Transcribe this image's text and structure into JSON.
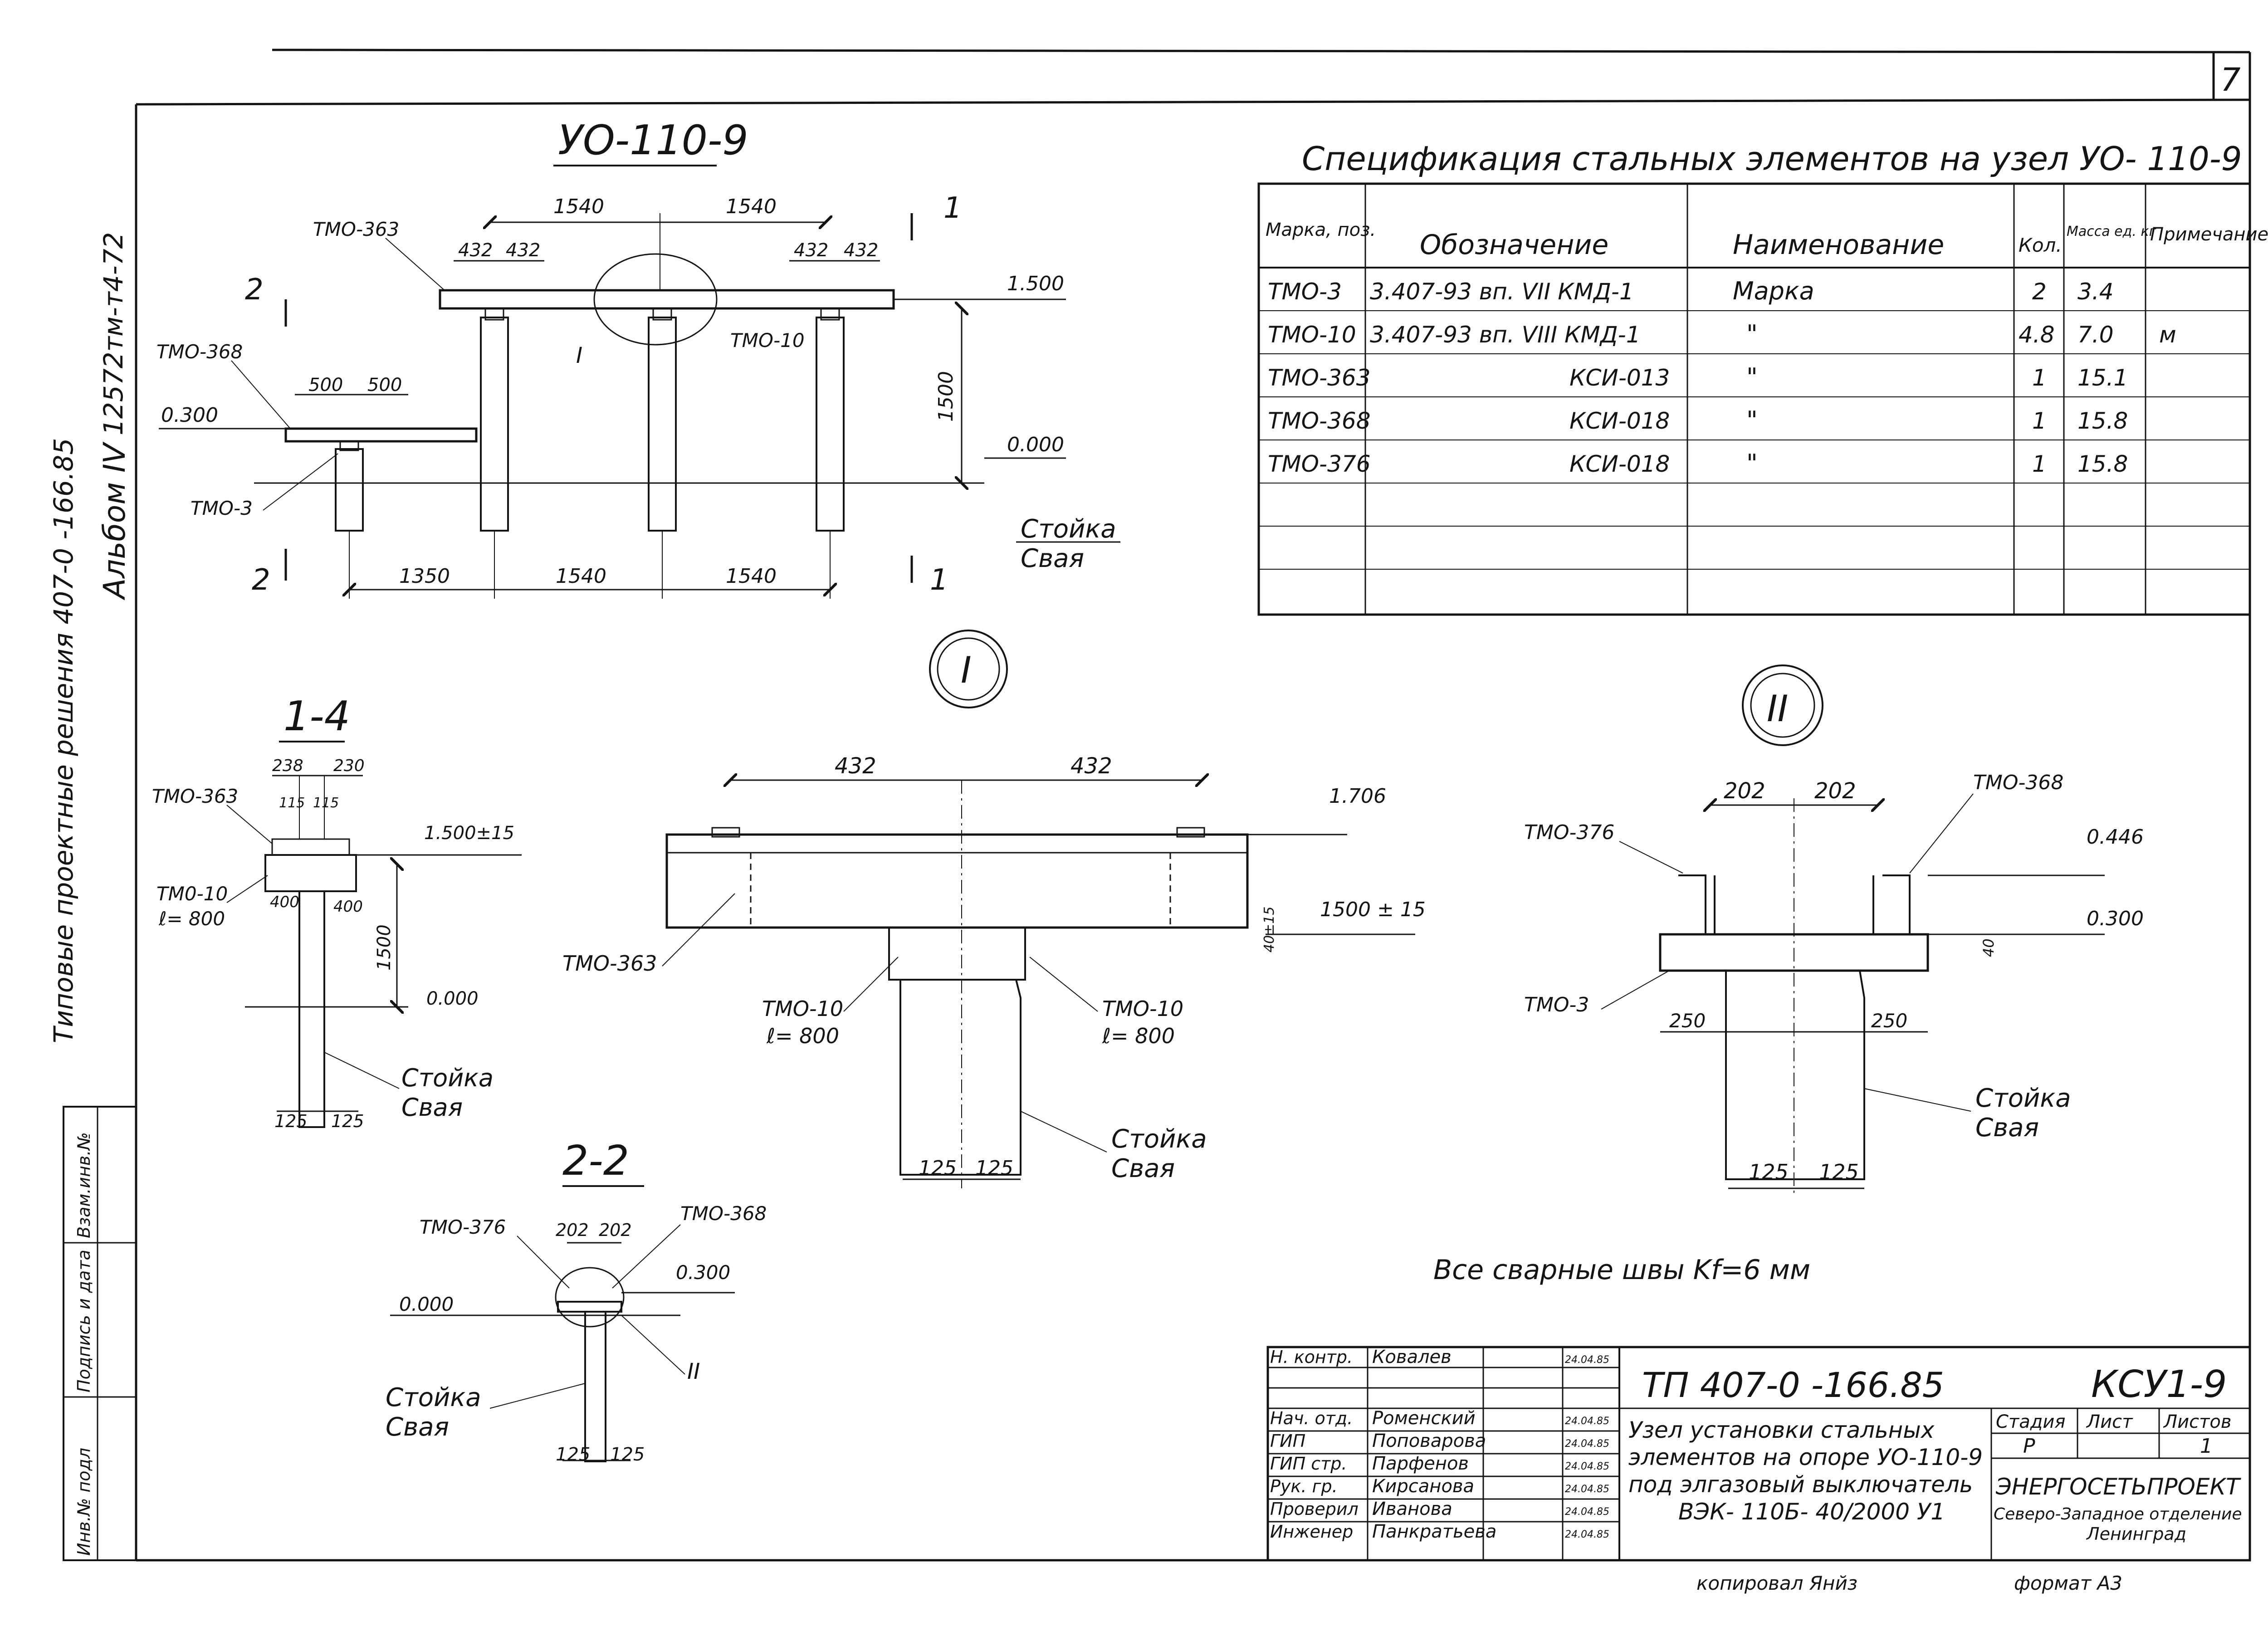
{
  "sheet": {
    "number": "7",
    "side_code": "12572тм-т4-72",
    "side_album": "Альбом IV",
    "side_series": "Типовые проектные решения 407-0 -166.85",
    "colors": {
      "ink": "#141414",
      "paper": "#ffffff"
    }
  },
  "side_stamp": [
    "Инв.№ подл",
    "Подпись и дата",
    "Взам.инв.№"
  ],
  "view_main": {
    "title": "УО-110-9",
    "marks": [
      "ТМО-363",
      "ТМО-368",
      "ТМО-3",
      "ТМО-10",
      "I"
    ],
    "dims_top": [
      "1540",
      "1540",
      "432",
      "432",
      "432",
      "432",
      "500",
      "500"
    ],
    "dims_bottom": [
      "1350",
      "1540",
      "1540"
    ],
    "height_dim": "1500",
    "levels": [
      "1.500",
      "0.300",
      "0.000"
    ],
    "cut_labels": [
      "2",
      "2",
      "1",
      "1"
    ],
    "legend": [
      "Стойка",
      "Свая"
    ]
  },
  "spec": {
    "title": "Спецификация стальных элементов на узел УО- 110-9",
    "headers": [
      "Марка, поз.",
      "Обозначение",
      "Наименование",
      "Кол.",
      "Масса ед. кг",
      "Примечание"
    ],
    "rows": [
      [
        "ТМО-3",
        "3.407-93 вп. VII КМД-1",
        "Марка",
        "2",
        "3.4",
        ""
      ],
      [
        "ТМО-10",
        "3.407-93 вп. VIII КМД-1",
        "\"",
        "4.8",
        "7.0",
        "м"
      ],
      [
        "ТМО-363",
        "КСИ-013",
        "\"",
        "1",
        "15.1",
        ""
      ],
      [
        "ТМО-368",
        "КСИ-018",
        "\"",
        "1",
        "15.8",
        ""
      ],
      [
        "ТМО-376",
        "КСИ-018",
        "\"",
        "1",
        "15.8",
        ""
      ],
      [
        "",
        "",
        "",
        "",
        "",
        ""
      ],
      [
        "",
        "",
        "",
        "",
        "",
        ""
      ],
      [
        "",
        "",
        "",
        "",
        "",
        ""
      ]
    ]
  },
  "section_1_1": {
    "title": "1-4",
    "marks": [
      "ТМО-363",
      "ТМ0-10",
      "ℓ= 800"
    ],
    "dims": [
      "238",
      "230",
      "115",
      "115",
      "400",
      "400",
      "1500",
      "125",
      "125"
    ],
    "levels": [
      "1.500±15",
      "0.000"
    ],
    "legend": [
      "Стойка",
      "Свая"
    ]
  },
  "detail_I": {
    "circle": "I",
    "dims": [
      "432",
      "432",
      "125",
      "125",
      "40±15"
    ],
    "levels": [
      "1.706",
      "1500 ± 15"
    ],
    "marks": [
      "ТМО-363",
      "ТМО-10",
      "ℓ= 800",
      "ТМО-10",
      "ℓ= 800"
    ],
    "legend": [
      "Стойка",
      "Свая"
    ]
  },
  "detail_II": {
    "circle": "II",
    "dims": [
      "202",
      "202",
      "250",
      "250",
      "125",
      "125",
      "40"
    ],
    "levels": [
      "0.446",
      "0.300"
    ],
    "marks": [
      "ТМО-368",
      "ТМО-376",
      "ТМО-3"
    ],
    "legend": [
      "Стойка",
      "Свая"
    ]
  },
  "section_2_2": {
    "title": "2-2",
    "marks": [
      "ТМО-376",
      "ТМО-368",
      "II"
    ],
    "dims": [
      "202",
      "202",
      "125",
      "125"
    ],
    "levels": [
      "0.300",
      "0.000"
    ],
    "legend": [
      "Стойка",
      "Свая"
    ]
  },
  "weld_note": "Все сварные швы Kf=6 мм",
  "title_block": {
    "people": [
      [
        "Н. контр.",
        "Ковалев",
        "",
        "24.04.85"
      ],
      [
        "Нач. отд.",
        "Роменский",
        "",
        "24.04.85"
      ],
      [
        "ГИП",
        "Поповарова",
        "",
        "24.04.85"
      ],
      [
        "ГИП стр.",
        "Парфенов",
        "",
        "24.04.85"
      ],
      [
        "Рук. гр.",
        "Кирсанова",
        "",
        "24.04.85"
      ],
      [
        "Проверил",
        "Иванова",
        "",
        "24.04.85"
      ],
      [
        "Инженер",
        "Панкратьева",
        "",
        "24.04.85"
      ]
    ],
    "doc_no": "ТП 407-0 -166.85",
    "code": "КСУ1-9",
    "description": [
      "Узел установки стальных",
      "элементов на опоре УО-110-9",
      "под элгазовый выключатель",
      "ВЭК- 110Б- 40/2000 У1"
    ],
    "stage_headers": [
      "Стадия",
      "Лист",
      "Листов"
    ],
    "stage_values": [
      "Р",
      "",
      "1"
    ],
    "org": [
      "ЭНЕРГОСЕТЬПРОЕКТ",
      "Северо-Западное отделение",
      "Ленинград"
    ],
    "copied": "копировал Янйз",
    "format": "формат А3"
  }
}
